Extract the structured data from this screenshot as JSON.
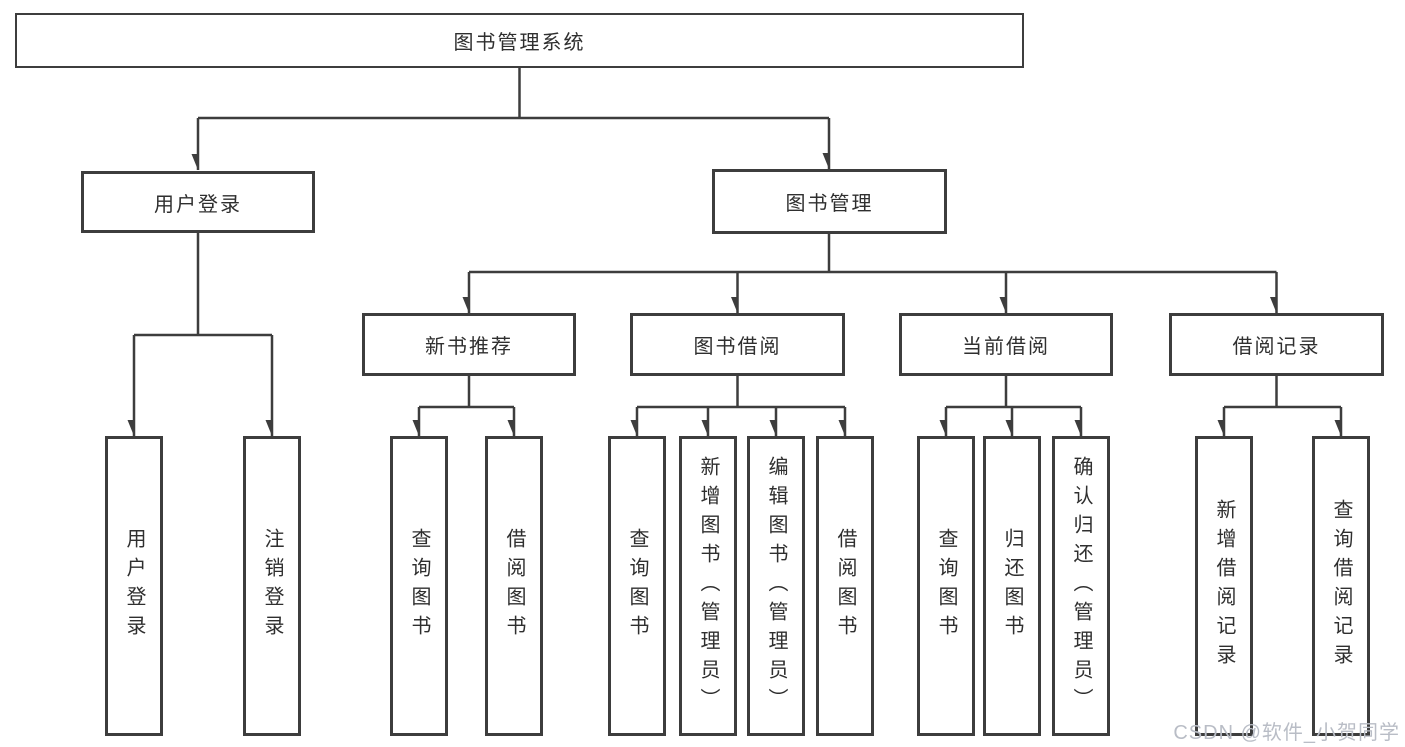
{
  "root": {
    "label": "图书管理系统"
  },
  "branches": {
    "login": {
      "label": "用户登录",
      "children": [
        {
          "label": "用户登录"
        },
        {
          "label": "注销登录"
        }
      ]
    },
    "management": {
      "label": "图书管理",
      "sections": [
        {
          "label": "新书推荐",
          "children": [
            {
              "label": "查询图书"
            },
            {
              "label": "借阅图书"
            }
          ]
        },
        {
          "label": "图书借阅",
          "children": [
            {
              "label": "查询图书"
            },
            {
              "label": "新增图书（管理员）"
            },
            {
              "label": "编辑图书（管理员）"
            },
            {
              "label": "借阅图书"
            }
          ]
        },
        {
          "label": "当前借阅",
          "children": [
            {
              "label": "查询图书"
            },
            {
              "label": "归还图书"
            },
            {
              "label": "确认归还（管理员）"
            }
          ]
        },
        {
          "label": "借阅记录",
          "children": [
            {
              "label": "新增借阅记录"
            },
            {
              "label": "查询借阅记录"
            }
          ]
        }
      ]
    }
  },
  "watermark": {
    "text": "CSDN @软件_小贺同学"
  },
  "colors": {
    "line": "#3d3d3d",
    "text": "#2f2f2f",
    "watermark": "#b9bdc6",
    "background": "#ffffff"
  }
}
